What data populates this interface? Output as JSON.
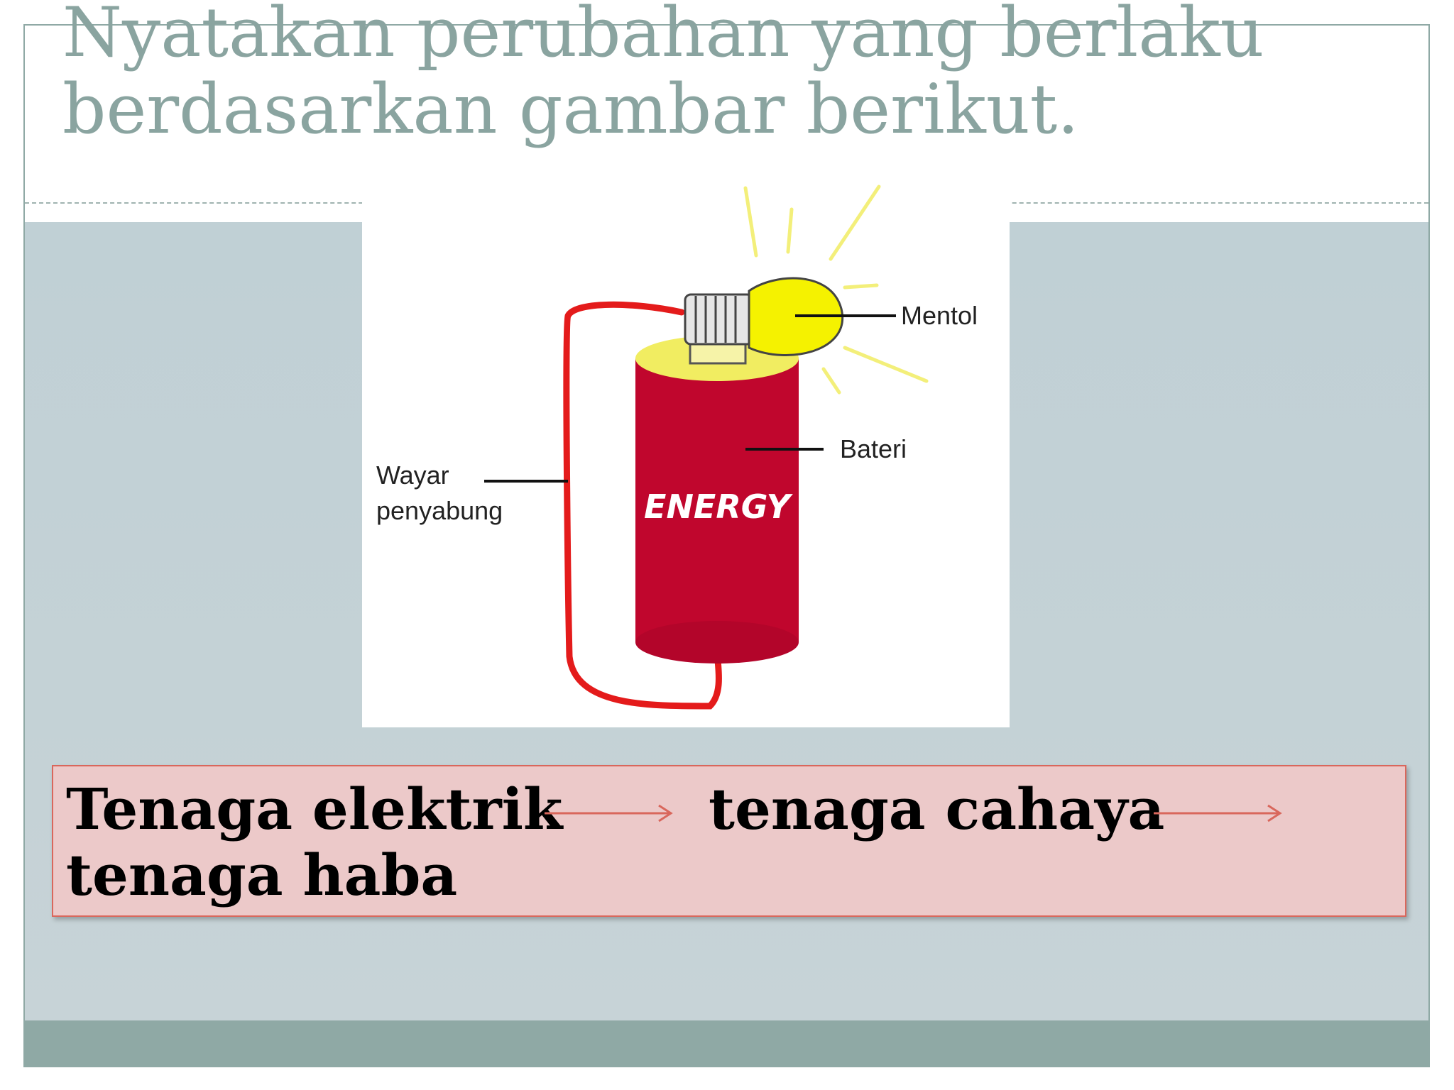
{
  "slide": {
    "title_line1": "Nyatakan perubahan yang berlaku",
    "title_line2": "berdasarkan gambar berikut."
  },
  "figure": {
    "label_mentol": "Mentol",
    "label_bateri": "Bateri",
    "label_wayar_line1": "Wayar",
    "label_wayar_line2": "penyabung",
    "battery_text": "ENERGY"
  },
  "answer": {
    "term1": "Tenaga elektrik",
    "term2": "tenaga cahaya",
    "term3": "tenaga haba"
  },
  "colors": {
    "title": "#8aa4a0",
    "content_background": "#c3d1d6",
    "footer_band": "#8fa9a5",
    "answer_box_fill": "#ecc9c9",
    "answer_box_border": "#d9675c",
    "battery": "#c0062d",
    "wire": "#e41b1b",
    "bulb": "#f5f200"
  }
}
